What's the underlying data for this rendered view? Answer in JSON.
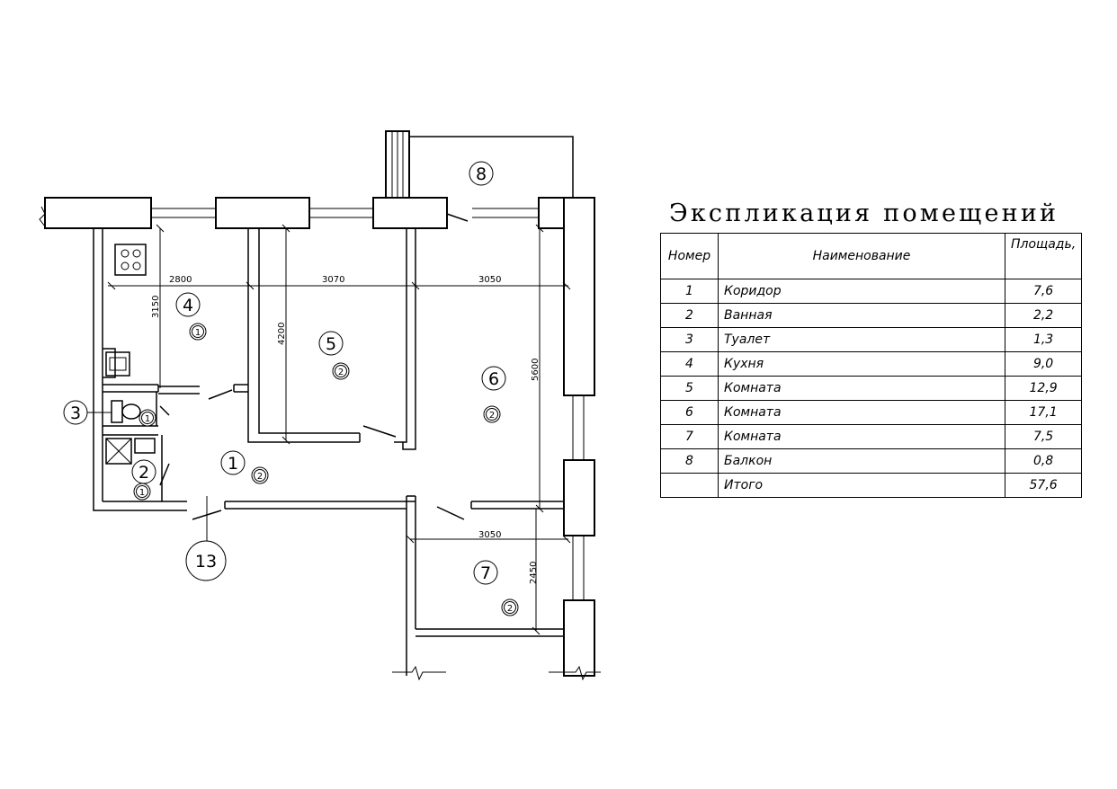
{
  "explication": {
    "title": "Экспликация помещений",
    "headers": {
      "number": "Номер",
      "name": "Наименование",
      "area": "Площадь,"
    },
    "rows": [
      {
        "no": "1",
        "name": "Коридор",
        "area": "7,6"
      },
      {
        "no": "2",
        "name": "Ванная",
        "area": "2,2"
      },
      {
        "no": "3",
        "name": "Туалет",
        "area": "1,3"
      },
      {
        "no": "4",
        "name": "Кухня",
        "area": "9,0"
      },
      {
        "no": "5",
        "name": "Комната",
        "area": "12,9"
      },
      {
        "no": "6",
        "name": "Комната",
        "area": "17,1"
      },
      {
        "no": "7",
        "name": "Комната",
        "area": "7,5"
      },
      {
        "no": "8",
        "name": "Балкон",
        "area": "0,8"
      }
    ],
    "total": {
      "no": "",
      "name": "Итого",
      "area": "57,6"
    }
  },
  "plan": {
    "dimensions": {
      "kitchen_width": "2800",
      "kitchen_depth": "3150",
      "room5_width": "3070",
      "room5_depth": "4200",
      "room6_width": "3050",
      "room6_depth": "5600",
      "room7_width": "3050",
      "room7_depth": "2450"
    },
    "room_labels": {
      "r1": "1",
      "r2": "2",
      "r3": "3",
      "r4": "4",
      "r5": "5",
      "r6": "6",
      "r7": "7",
      "r8": "8",
      "r13": "13"
    },
    "finish_marks": {
      "m1": "1",
      "m2": "2"
    }
  }
}
